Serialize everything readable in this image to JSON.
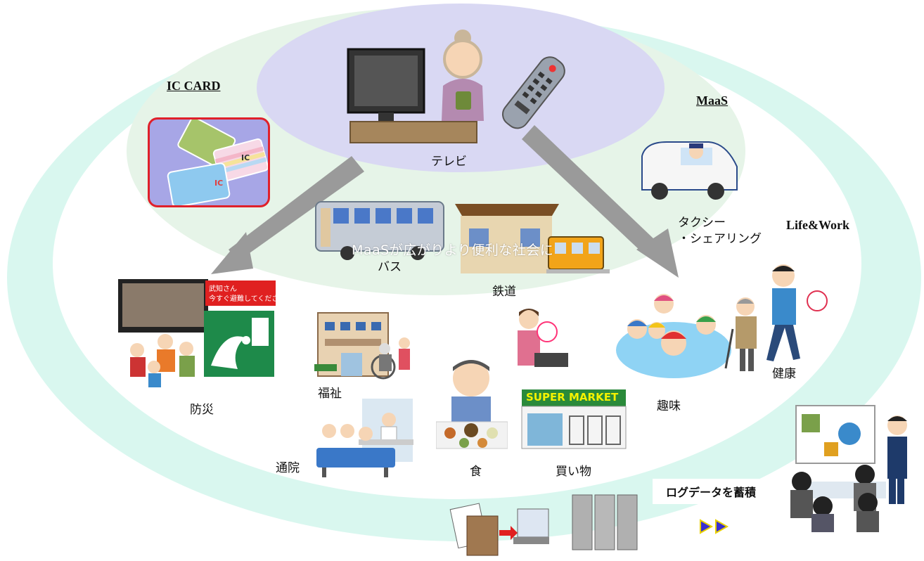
{
  "ic_card_title": "IC CARD",
  "ic_card_text_1": "IC",
  "ic_card_text_2": "IC",
  "maas_title": "MaaS",
  "life_work_title": "Life&Work",
  "tv_label": "テレビ",
  "taxi_label_1": "タクシー",
  "taxi_label_2": "・シェアリング",
  "bus_label": "バス",
  "rail_label": "鉄道",
  "overlay_message": "MaaSが広がりより便利な社会に",
  "disaster_label": "防災",
  "disaster_screen_text_1": "武知さん",
  "disaster_screen_text_2": "今すぐ避難してください！",
  "welfare_label": "福祉",
  "hospital_label": "通院",
  "food_label": "食",
  "shopping_label": "買い物",
  "supermarket_sign": "SUPER MARKET",
  "hobby_label": "趣味",
  "health_label": "健康",
  "log_data_label": "ログデータを蓄積",
  "colors": {
    "outer_ring": "#d9f7ef",
    "middle_ellipse": "#e6f4e8",
    "inner_ellipse": "#d9d8f3",
    "arrow": "#9a9a9a",
    "ic_border": "#e0202a",
    "arrowhead_fill": "#3a2fd0",
    "arrowhead_stroke": "#e8d000"
  }
}
